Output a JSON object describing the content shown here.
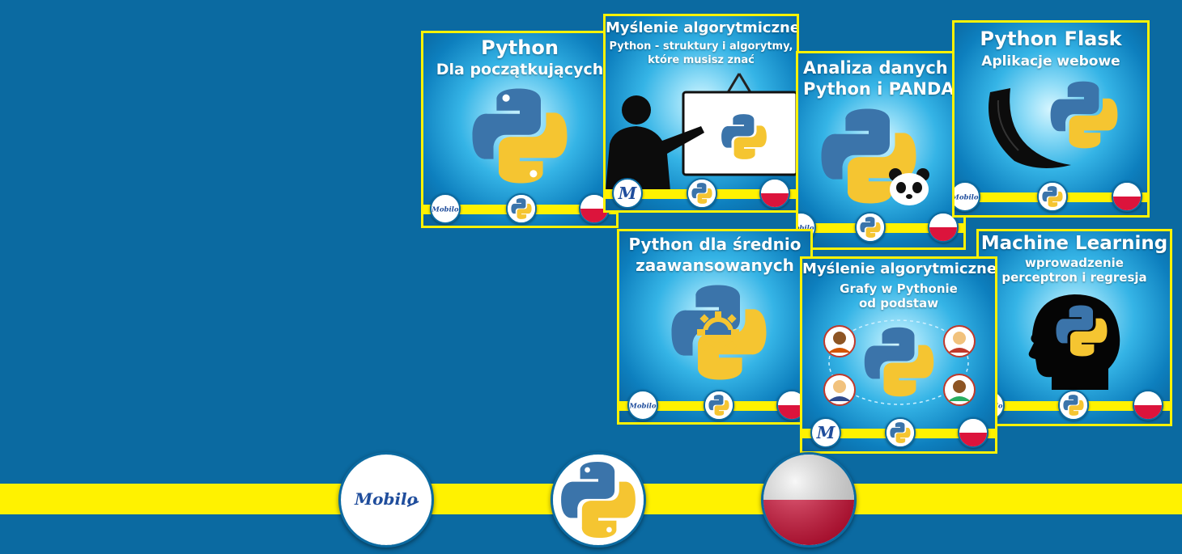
{
  "brand": {
    "name": "Mobilo",
    "colors": {
      "background": "#0b6aa1",
      "stripe": "#fff200",
      "python_blue": "#3b74aa",
      "python_yellow": "#f5c531",
      "flag_red": "#dc143c"
    }
  },
  "footer_badges": [
    {
      "name": "Mobilo",
      "icon": "mobilo-logo"
    },
    {
      "icon": "python-logo"
    },
    {
      "icon": "poland-flag"
    }
  ],
  "courses": [
    {
      "title": "Python",
      "subtitle": "Dla początkujących",
      "icon": "python-logo"
    },
    {
      "title": "Myślenie algorytmiczne",
      "subtitle_line1": "Python - struktury i algorytmy,",
      "subtitle_line2": "które musisz znać",
      "icon": "presenter-silhouette"
    },
    {
      "title_line1": "Analiza danych",
      "title_line2": "Python i PANDAS",
      "icon": "panda-icon"
    },
    {
      "title": "Python Flask",
      "subtitle": "Aplikacje webowe",
      "icon": "flask-horn-icon"
    },
    {
      "title_line1": "Python dla średnio",
      "title_line2": "zaawansowanych",
      "icon": "gear-icon"
    },
    {
      "title": "Myślenie algorytmiczne",
      "subtitle_line1": "Grafy w Pythonie",
      "subtitle_line2": "od podstaw",
      "icon": "graph-people-icon"
    },
    {
      "title": "Machine Learning",
      "subtitle_line1": "wprowadzenie",
      "subtitle_line2": "perceptron i regresja",
      "icon": "head-silhouette"
    }
  ],
  "mini_badge_label": "Mobilo"
}
